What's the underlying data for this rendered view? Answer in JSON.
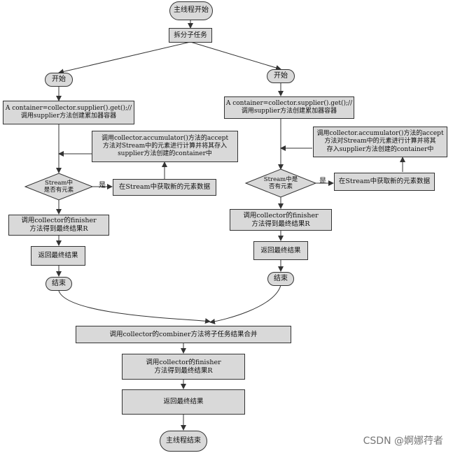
{
  "nodes": {
    "main_start": "主线程开始",
    "split": "拆分子任务",
    "left": {
      "start": "开始",
      "container_1": "A container=collector.supplier().get();//",
      "container_2": "调用supplier方法创建累加器容器",
      "accumulate_1": "调用collector.accumulator()方法的accept",
      "accumulate_2": "方法对Stream中的元素进行计算并将其存入",
      "accumulate_3": "supplier方法创建的container中",
      "decision_1": "Stream中",
      "decision_2": "是否有元素",
      "yes": "是",
      "fetch": "在Stream中获取新的元素数据",
      "finisher_1": "调用collector的finisher",
      "finisher_2": "方法得到最终结果R",
      "return": "返回最终结果",
      "end": "结束"
    },
    "right": {
      "start": "开始",
      "container_1": "A container=collector.supplier().get();//",
      "container_2": "调用supplier方法创建累加器容器",
      "accumulate_1": "调用collector.accumulator()方法的accept",
      "accumulate_2": "方法对Stream中的元素进行计算并将其",
      "accumulate_3": "存入supplier方法创建的container中",
      "decision_1": "Stream中是",
      "decision_2": "否有元素",
      "yes": "是",
      "fetch": "在Stream中获取新的元素数据",
      "finisher_1": "调用collector的finisher",
      "finisher_2": "方法得到最终结果R",
      "return": "返回最终结果",
      "end": "结束"
    },
    "combiner": "调用collector的combiner方法将子任务结果合并",
    "final_finisher_1": "调用collector的finisher",
    "final_finisher_2": "方法得到最终结果R",
    "final_return": "返回最终结果",
    "main_end": "主线程结束"
  },
  "watermark": "CSDN @婀娜荇者",
  "colors": {
    "fill": "#d9d9d9",
    "stroke": "#333333",
    "watermark": "#777777"
  }
}
